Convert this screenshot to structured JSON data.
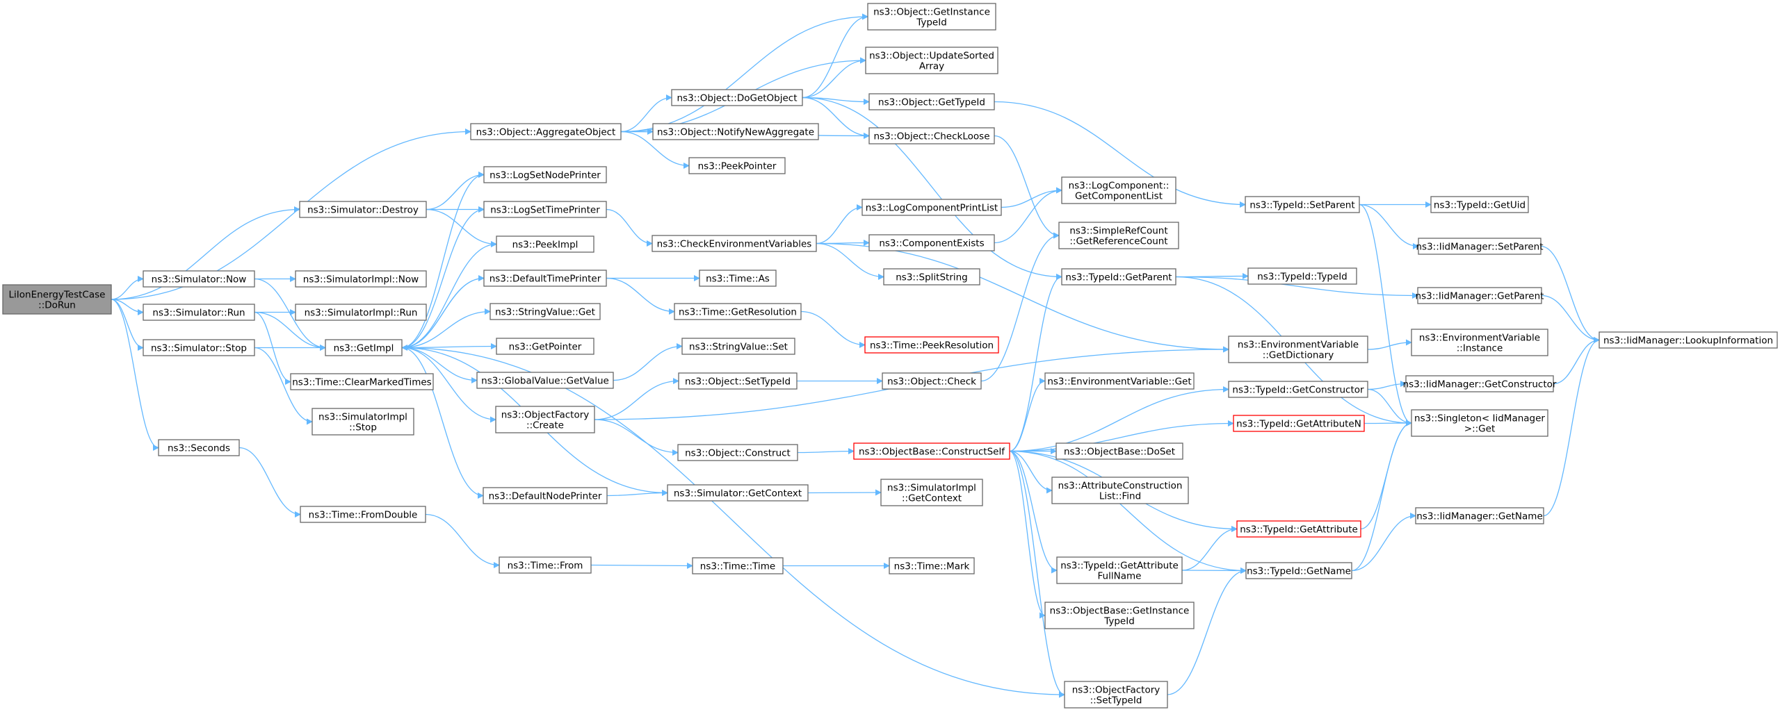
{
  "graph": {
    "colors": {
      "edge": "#63b8ff",
      "node_border": "#666666",
      "highlight_border": "#ff0000",
      "root_fill": "#999999"
    },
    "nodes": [
      {
        "id": "root",
        "lines": [
          "LiIonEnergyTestCase",
          "::DoRun"
        ],
        "style": "root"
      },
      {
        "id": "aggregate",
        "lines": [
          "ns3::Object::AggregateObject"
        ]
      },
      {
        "id": "destroy",
        "lines": [
          "ns3::Simulator::Destroy"
        ]
      },
      {
        "id": "sim_now",
        "lines": [
          "ns3::Simulator::Now"
        ]
      },
      {
        "id": "sim_run",
        "lines": [
          "ns3::Simulator::Run"
        ]
      },
      {
        "id": "sim_stop",
        "lines": [
          "ns3::Simulator::Stop"
        ]
      },
      {
        "id": "seconds",
        "lines": [
          "ns3::Seconds"
        ]
      },
      {
        "id": "simimpl_now",
        "lines": [
          "ns3::SimulatorImpl::Now"
        ]
      },
      {
        "id": "simimpl_run",
        "lines": [
          "ns3::SimulatorImpl::Run"
        ]
      },
      {
        "id": "getimpl",
        "lines": [
          "ns3::GetImpl"
        ]
      },
      {
        "id": "clearmarked",
        "lines": [
          "ns3::Time::ClearMarkedTimes"
        ]
      },
      {
        "id": "simimpl_stop",
        "lines": [
          "ns3::SimulatorImpl",
          "::Stop"
        ]
      },
      {
        "id": "fromdouble",
        "lines": [
          "ns3::Time::FromDouble"
        ]
      },
      {
        "id": "lognode",
        "lines": [
          "ns3::LogSetNodePrinter"
        ]
      },
      {
        "id": "logtime",
        "lines": [
          "ns3::LogSetTimePrinter"
        ]
      },
      {
        "id": "peekimpl",
        "lines": [
          "ns3::PeekImpl"
        ]
      },
      {
        "id": "deftime",
        "lines": [
          "ns3::DefaultTimePrinter"
        ]
      },
      {
        "id": "strget",
        "lines": [
          "ns3::StringValue::Get"
        ]
      },
      {
        "id": "getpointer",
        "lines": [
          "ns3::GetPointer"
        ]
      },
      {
        "id": "globalget",
        "lines": [
          "ns3::GlobalValue::GetValue"
        ]
      },
      {
        "id": "objfactory_create",
        "lines": [
          "ns3::ObjectFactory",
          "::Create"
        ]
      },
      {
        "id": "defnode",
        "lines": [
          "ns3::DefaultNodePrinter"
        ]
      },
      {
        "id": "time_from",
        "lines": [
          "ns3::Time::From"
        ]
      },
      {
        "id": "dogetobject",
        "lines": [
          "ns3::Object::DoGetObject"
        ]
      },
      {
        "id": "notifynew",
        "lines": [
          "ns3::Object::NotifyNewAggregate"
        ]
      },
      {
        "id": "peekpointer",
        "lines": [
          "ns3::PeekPointer"
        ]
      },
      {
        "id": "checkenv",
        "lines": [
          "ns3::CheckEnvironmentVariables"
        ]
      },
      {
        "id": "time_as",
        "lines": [
          "ns3::Time::As"
        ]
      },
      {
        "id": "getresolution",
        "lines": [
          "ns3::Time::GetResolution"
        ]
      },
      {
        "id": "strset",
        "lines": [
          "ns3::StringValue::Set"
        ]
      },
      {
        "id": "setypeid_obj",
        "lines": [
          "ns3::Object::SetTypeId"
        ]
      },
      {
        "id": "construct",
        "lines": [
          "ns3::Object::Construct"
        ]
      },
      {
        "id": "simgetcontext",
        "lines": [
          "ns3::Simulator::GetContext"
        ]
      },
      {
        "id": "time_time",
        "lines": [
          "ns3::Time::Time"
        ]
      },
      {
        "id": "getinstance_obj",
        "lines": [
          "ns3::Object::GetInstance",
          "TypeId"
        ]
      },
      {
        "id": "updatesorted",
        "lines": [
          "ns3::Object::UpdateSorted",
          "Array"
        ]
      },
      {
        "id": "gettypeid_obj",
        "lines": [
          "ns3::Object::GetTypeId"
        ]
      },
      {
        "id": "checkloose",
        "lines": [
          "ns3::Object::CheckLoose"
        ]
      },
      {
        "id": "logprintlist",
        "lines": [
          "ns3::LogComponentPrintList"
        ]
      },
      {
        "id": "compexists",
        "lines": [
          "ns3::ComponentExists"
        ]
      },
      {
        "id": "splitstring",
        "lines": [
          "ns3::SplitString"
        ]
      },
      {
        "id": "peekres",
        "lines": [
          "ns3::Time::PeekResolution"
        ],
        "style": "red"
      },
      {
        "id": "objcheck",
        "lines": [
          "ns3::Object::Check"
        ]
      },
      {
        "id": "constructself",
        "lines": [
          "ns3::ObjectBase::ConstructSelf"
        ],
        "style": "red"
      },
      {
        "id": "simimpl_getctx",
        "lines": [
          "ns3::SimulatorImpl",
          "::GetContext"
        ]
      },
      {
        "id": "time_mark",
        "lines": [
          "ns3::Time::Mark"
        ]
      },
      {
        "id": "logcomp_getlist",
        "lines": [
          "ns3::LogComponent::",
          "GetComponentList"
        ]
      },
      {
        "id": "refcount",
        "lines": [
          "ns3::SimpleRefCount",
          "::GetReferenceCount"
        ]
      },
      {
        "id": "typeid_getparent",
        "lines": [
          "ns3::TypeId::GetParent"
        ]
      },
      {
        "id": "envget",
        "lines": [
          "ns3::EnvironmentVariable::Get"
        ]
      },
      {
        "id": "doset",
        "lines": [
          "ns3::ObjectBase::DoSet"
        ]
      },
      {
        "id": "attrconstfind",
        "lines": [
          "ns3::AttributeConstruction",
          "List::Find"
        ]
      },
      {
        "id": "attrfullname",
        "lines": [
          "ns3::TypeId::GetAttribute",
          "FullName"
        ]
      },
      {
        "id": "objbase_getinstance",
        "lines": [
          "ns3::ObjectBase::GetInstance",
          "TypeId"
        ]
      },
      {
        "id": "objfactory_settypeid",
        "lines": [
          "ns3::ObjectFactory",
          "::SetTypeId"
        ]
      },
      {
        "id": "typeid_setparent",
        "lines": [
          "ns3::TypeId::SetParent"
        ]
      },
      {
        "id": "typeid_typeid",
        "lines": [
          "ns3::TypeId::TypeId"
        ]
      },
      {
        "id": "envgetdict",
        "lines": [
          "ns3::EnvironmentVariable",
          "::GetDictionary"
        ]
      },
      {
        "id": "typeid_getconstructor",
        "lines": [
          "ns3::TypeId::GetConstructor"
        ]
      },
      {
        "id": "getattributen",
        "lines": [
          "ns3::TypeId::GetAttributeN"
        ],
        "style": "red"
      },
      {
        "id": "getattribute",
        "lines": [
          "ns3::TypeId::GetAttribute"
        ],
        "style": "red"
      },
      {
        "id": "typeid_getname",
        "lines": [
          "ns3::TypeId::GetName"
        ]
      },
      {
        "id": "typeid_getuid",
        "lines": [
          "ns3::TypeId::GetUid"
        ]
      },
      {
        "id": "iid_setparent",
        "lines": [
          "ns3::IidManager::SetParent"
        ]
      },
      {
        "id": "iid_getparent",
        "lines": [
          "ns3::IidManager::GetParent"
        ]
      },
      {
        "id": "envinstance",
        "lines": [
          "ns3::EnvironmentVariable",
          "::Instance"
        ]
      },
      {
        "id": "iid_getconstructor",
        "lines": [
          "ns3::IidManager::GetConstructor"
        ]
      },
      {
        "id": "singleton",
        "lines": [
          "ns3::Singleton< IidManager",
          ">::Get"
        ]
      },
      {
        "id": "iid_getname",
        "lines": [
          "ns3::IidManager::GetName"
        ]
      },
      {
        "id": "iid_lookup",
        "lines": [
          "ns3::IidManager::LookupInformation"
        ]
      }
    ]
  }
}
